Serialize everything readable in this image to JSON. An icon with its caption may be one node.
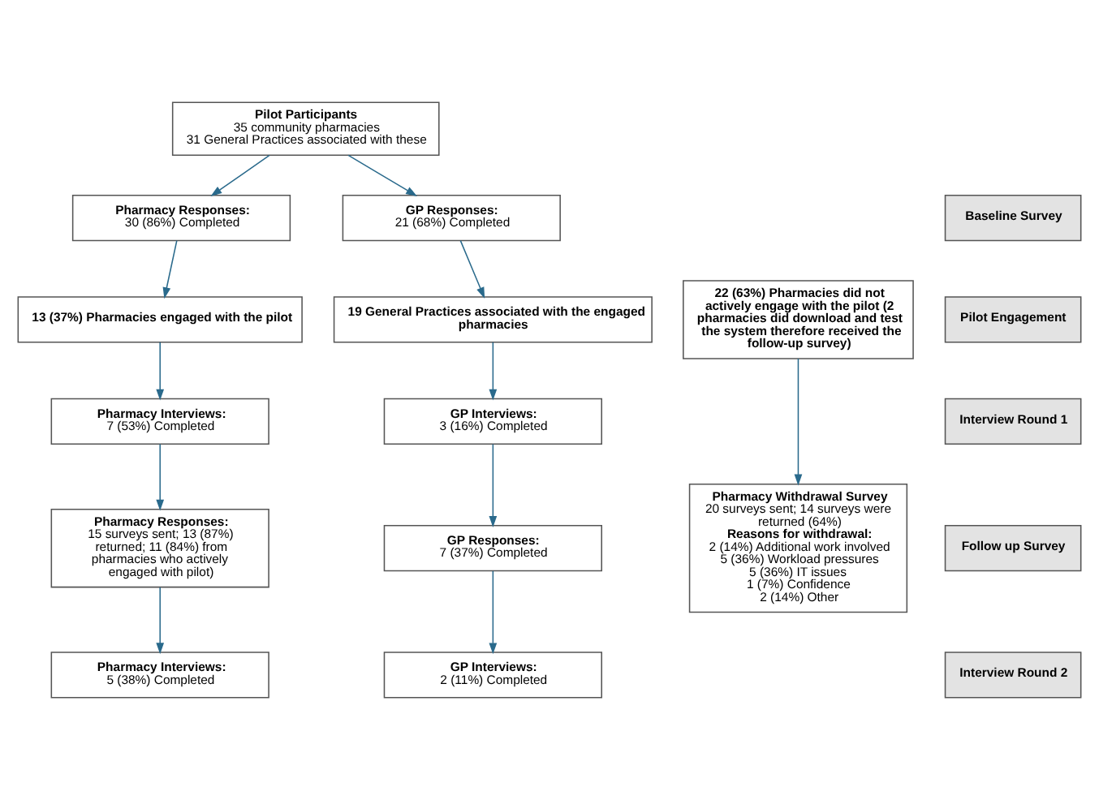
{
  "diagram": {
    "nodes": [
      {
        "text": [
          "Pilot Participants",
          "35 community pharmacies",
          "31 General Practices associated with these"
        ]
      },
      {
        "text": [
          "Baseline Survey"
        ]
      },
      {
        "text": [
          "Pharmacy Responses:",
          "30 (86%) Completed"
        ]
      },
      {
        "text": [
          "GP Responses:",
          "21 (68%) Completed"
        ]
      },
      {
        "text": [
          "Pilot Engagement"
        ]
      },
      {
        "text": [
          "13 (37%) Pharmacies engaged with the pilot"
        ]
      },
      {
        "text": [
          "19 General Practices associated with the engaged pharmacies"
        ]
      },
      {
        "text": [
          "22 (63%) Pharmacies did not actively engage with the pilot (2 pharmacies did download and test the system therefore received the follow-up survey)"
        ]
      },
      {
        "text": [
          "Interview Round 1"
        ]
      },
      {
        "text": [
          "Pharmacy Interviews:",
          "7 (53%) Completed"
        ]
      },
      {
        "text": [
          "GP Interviews:",
          "3 (16%) Completed"
        ]
      },
      {
        "text": [
          "Follow up Survey"
        ]
      },
      {
        "text": [
          "Pharmacy Responses:",
          "15 surveys sent; 13 (87%) returned; 11 (84%) from pharmacies who actively engaged with pilot)"
        ]
      },
      {
        "text": [
          "GP Responses:",
          "7 (37%) Completed"
        ]
      },
      {
        "text": [
          "Pharmacy Withdrawal Survey",
          "20 surveys sent; 14 surveys were returned (64%)",
          "Reasons for withdrawal:",
          "2 (14%) Additional work involved",
          "5 (36%) Workload pressures",
          "5 (36%) IT issues",
          "1 (7%) Confidence",
          "2 (14%) Other"
        ]
      },
      {
        "text": [
          "Interview Round 2"
        ]
      },
      {
        "text": [
          "Pharmacy Interviews:",
          "5 (38%) Completed"
        ]
      },
      {
        "text": [
          "GP Interviews:",
          "2 (11%) Completed"
        ]
      }
    ],
    "edges": [
      {
        "from": 0,
        "to": 2,
        "arrow": "to"
      },
      {
        "from": 0,
        "to": 3,
        "arrow": "to"
      },
      {
        "from": 2,
        "to": 5,
        "arrow": "to"
      },
      {
        "from": 3,
        "to": 6,
        "arrow": "to"
      },
      {
        "from": 5,
        "to": 9,
        "arrow": "to"
      },
      {
        "from": 6,
        "to": 10,
        "arrow": "to"
      },
      {
        "from": 9,
        "to": 12,
        "arrow": "to"
      },
      {
        "from": 10,
        "to": 13,
        "arrow": "to"
      },
      {
        "from": 7,
        "to": 14,
        "arrow": "to"
      },
      {
        "from": 12,
        "to": 16,
        "arrow": "to"
      },
      {
        "from": 13,
        "to": 17,
        "arrow": "to"
      }
    ]
  }
}
